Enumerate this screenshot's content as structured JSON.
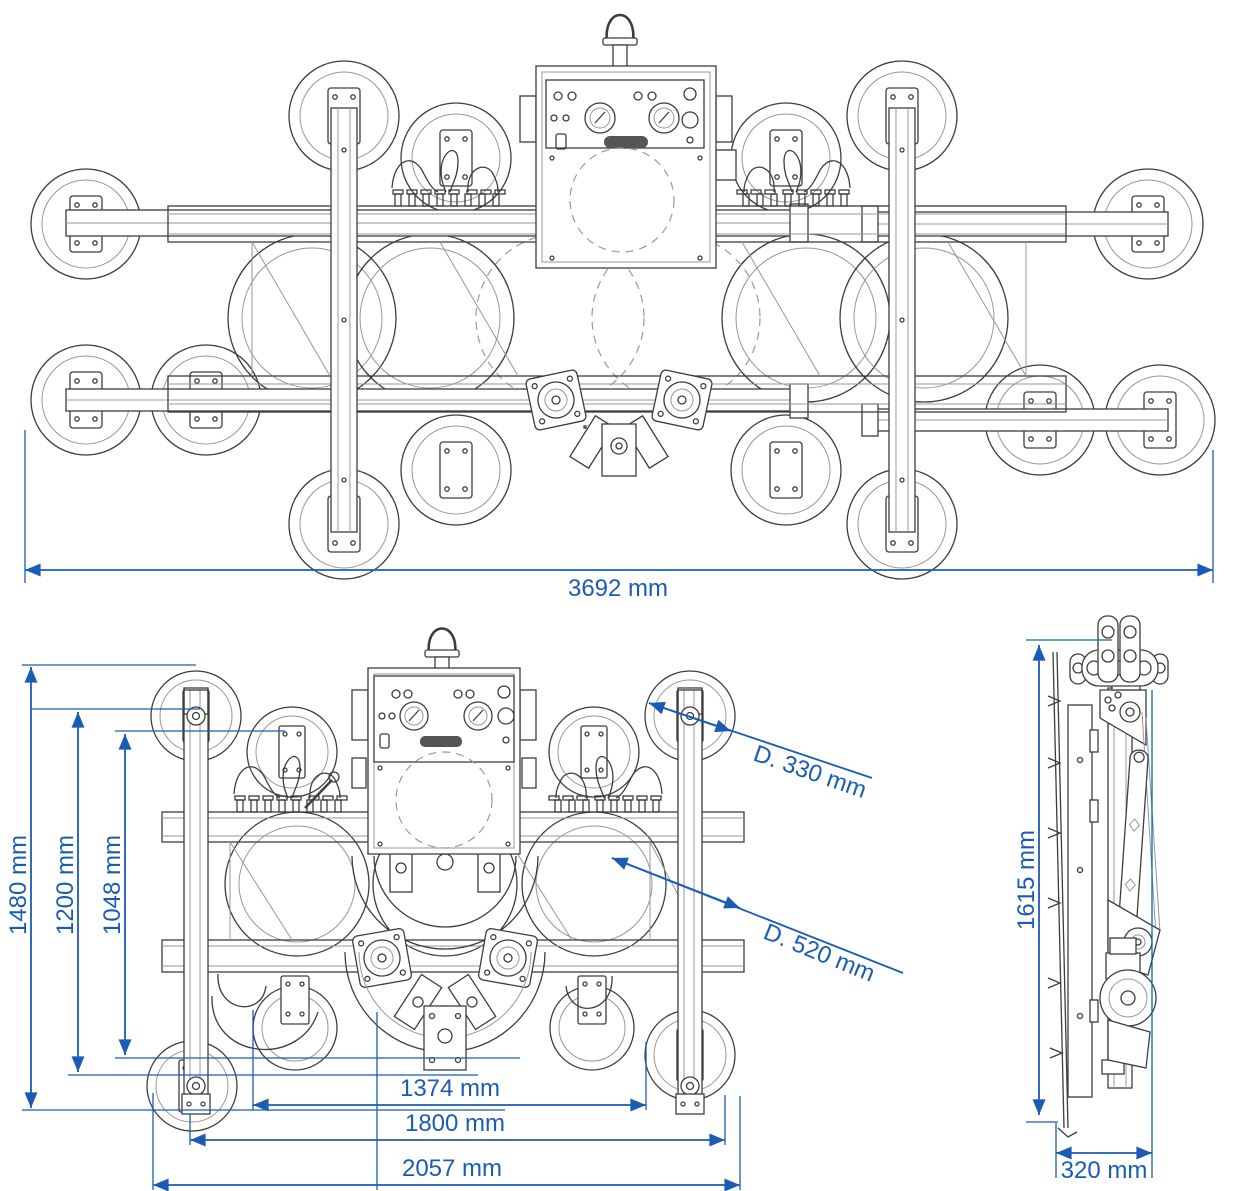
{
  "page": {
    "background": "#ffffff"
  },
  "drawing": {
    "type": "technical-orthographic-views",
    "subject": "vacuum-suction-glass-lifter",
    "line_color": "#3d3d3d",
    "dimension_color": "#1a5cb5",
    "top_view": {
      "label": "top-view-extended",
      "overall_width": "3692 mm"
    },
    "front_view": {
      "label": "front-view",
      "height_overall": "1480 mm",
      "height_pivot": "1200 mm",
      "height_inner": "1048 mm",
      "pad_small_diameter": "D. 330 mm",
      "pad_large_diameter": "D. 520 mm",
      "width_inner": "1374 mm",
      "width_pivot": "1800 mm",
      "width_overall": "2057 mm"
    },
    "side_view": {
      "label": "side-view",
      "height": "1615 mm",
      "depth": "320 mm"
    }
  }
}
